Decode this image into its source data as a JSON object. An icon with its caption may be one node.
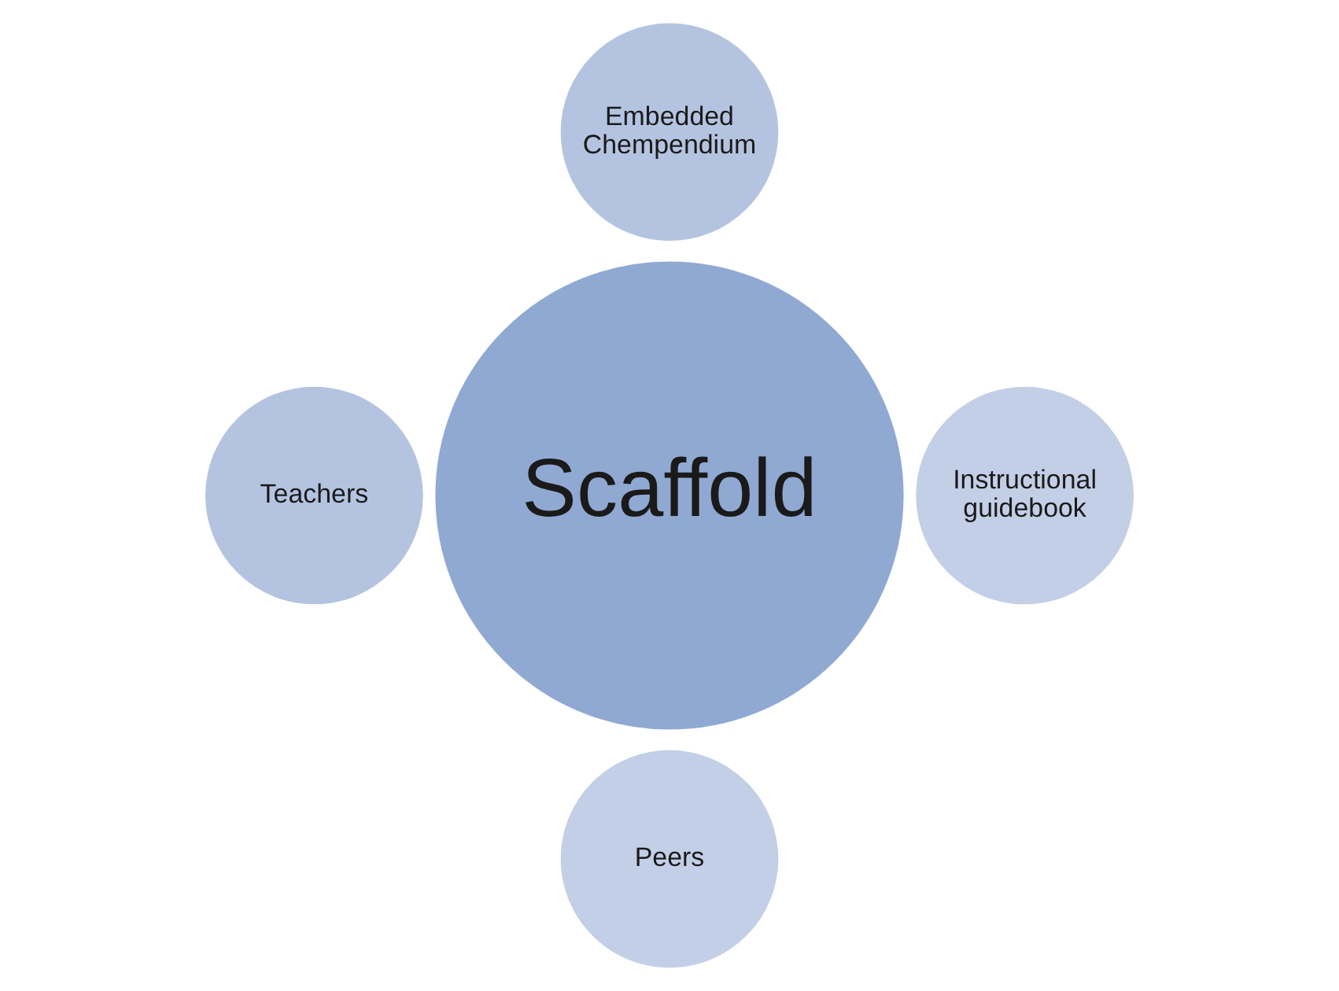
{
  "diagram": {
    "nodes": [
      {
        "text": [
          "Embedded Chempendium"
        ]
      },
      {
        "text": [
          "Teachers"
        ]
      },
      {
        "text": [
          "Scaffold"
        ]
      },
      {
        "text": [
          "Instructional guidebook"
        ]
      },
      {
        "text": [
          "Peers"
        ]
      }
    ]
  }
}
